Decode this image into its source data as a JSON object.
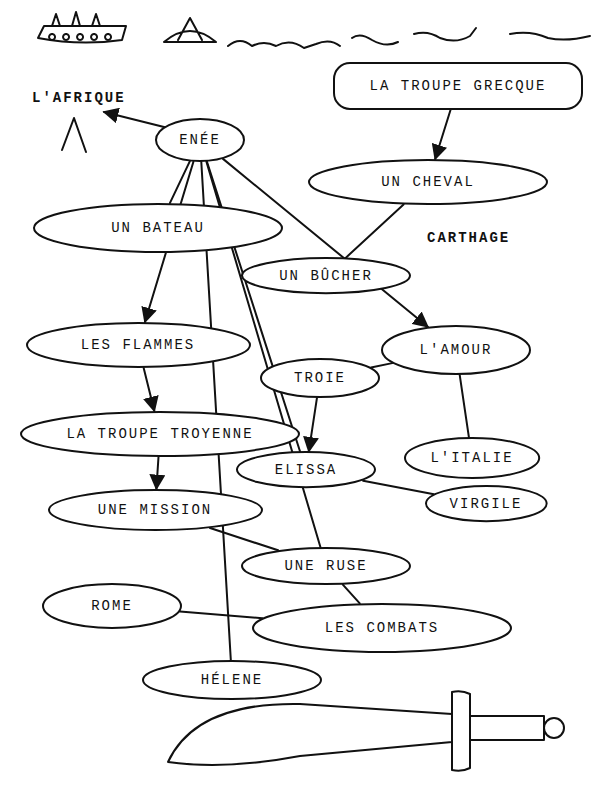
{
  "diagram": {
    "nodes": [
      {
        "text": [
          "LA TROUPE GRECQUE"
        ]
      },
      {
        "text": [
          "ENÉE"
        ]
      },
      {
        "text": [
          "UN CHEVAL"
        ]
      },
      {
        "text": [
          "UN BATEAU"
        ]
      },
      {
        "text": [
          "UN BÛCHER"
        ]
      },
      {
        "text": [
          "LES FLAMMES"
        ]
      },
      {
        "text": [
          "L'AMOUR"
        ]
      },
      {
        "text": [
          "TROIE"
        ]
      },
      {
        "text": [
          "LA TROUPE TROYENNE"
        ]
      },
      {
        "text": [
          "ELISSA"
        ]
      },
      {
        "text": [
          "L'ITALIE"
        ]
      },
      {
        "text": [
          "VIRGILE"
        ]
      },
      {
        "text": [
          "UNE MISSION"
        ]
      },
      {
        "text": [
          "UNE RUSE"
        ]
      },
      {
        "text": [
          "ROME"
        ]
      },
      {
        "text": [
          "LES COMBATS"
        ]
      },
      {
        "text": [
          "HÉLENE"
        ]
      }
    ],
    "edges": [
      {
        "from": 0,
        "to": 2,
        "arrow": "to"
      },
      {
        "from": 1,
        "to": 5,
        "arrow": "to"
      },
      {
        "from": 1,
        "to": 3,
        "arrow": "none"
      },
      {
        "from": 1,
        "to": 9,
        "arrow": "none"
      },
      {
        "from": 1,
        "to": 6,
        "arrow": "to"
      },
      {
        "from": 1,
        "to": 13,
        "arrow": "none"
      },
      {
        "from": 1,
        "to": 16,
        "arrow": "none"
      },
      {
        "from": 2,
        "to": 4,
        "arrow": "none"
      },
      {
        "from": 5,
        "to": 8,
        "arrow": "to"
      },
      {
        "from": 8,
        "to": 12,
        "arrow": "to"
      },
      {
        "from": 6,
        "to": 10,
        "arrow": "none"
      },
      {
        "from": 7,
        "to": 6,
        "arrow": "none"
      },
      {
        "from": 7,
        "to": 9,
        "arrow": "to"
      },
      {
        "from": 9,
        "to": 11,
        "arrow": "none"
      },
      {
        "from": 12,
        "to": 13,
        "arrow": "none"
      },
      {
        "from": 13,
        "to": 15,
        "arrow": "none"
      },
      {
        "from": 14,
        "to": 15,
        "arrow": "none"
      }
    ],
    "labels": [
      "L'AFRIQUE",
      "CARTHAGE"
    ]
  }
}
